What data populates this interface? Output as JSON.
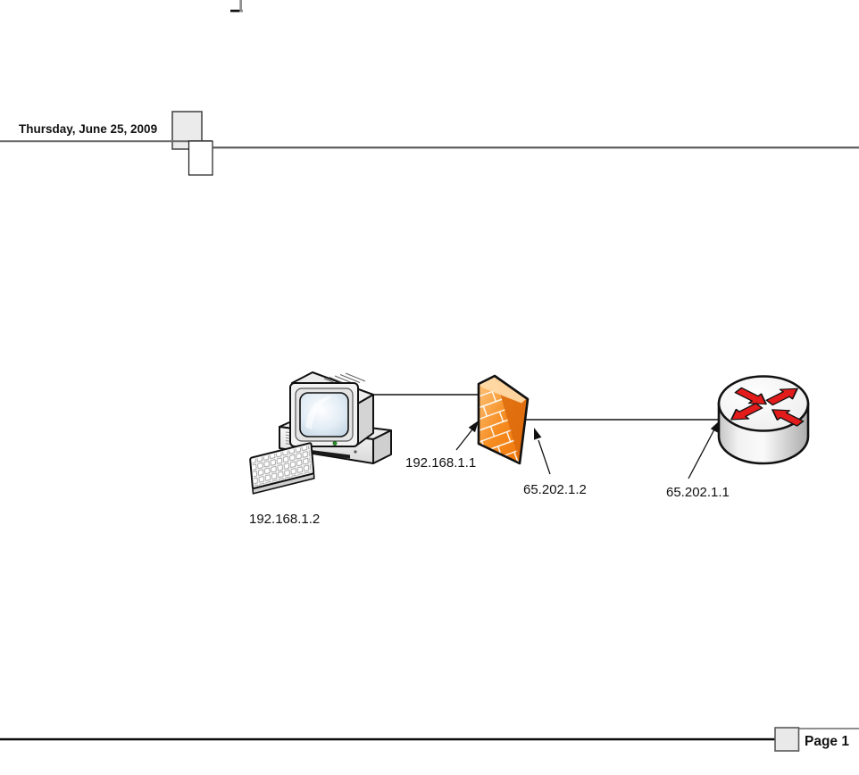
{
  "page": {
    "background": "#ffffff",
    "header": {
      "date_text": "Thursday, June 25, 2009"
    },
    "footer": {
      "page_label": "Page 1"
    }
  },
  "diagram": {
    "type": "network-topology",
    "nodes": [
      {
        "id": "workstation",
        "icon": "desktop-computer-icon",
        "ip_label": "192.168.1.2"
      },
      {
        "id": "firewall",
        "icon": "firewall-brick-wall-icon",
        "inside_ip_label": "192.168.1.1",
        "outside_ip_label": "65.202.1.2"
      },
      {
        "id": "router",
        "icon": "router-icon",
        "ip_label": "65.202.1.1"
      }
    ],
    "connections": [
      {
        "from": "workstation",
        "to": "firewall"
      },
      {
        "from": "firewall",
        "to": "router"
      }
    ],
    "colors": {
      "firewall_orange": "#F4861F",
      "firewall_orange_light": "#FFC982",
      "firewall_orange_dark": "#D8650A",
      "router_arrow_red": "#E31B1B",
      "device_gray": "#E9E9E9",
      "rule_gray": "#6E6E6E",
      "outline_black": "#111111"
    }
  }
}
